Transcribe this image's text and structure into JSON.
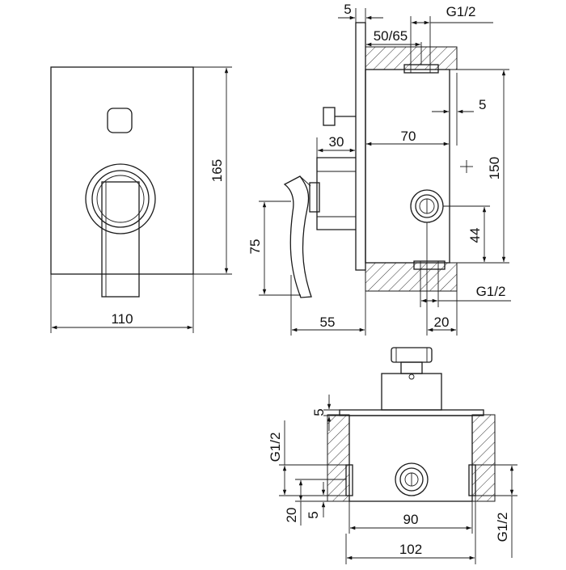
{
  "drawing": {
    "front_view": {
      "width": "110",
      "height": "165",
      "handle_length": "75"
    },
    "side_view": {
      "wall": "5",
      "depth_range": "50/65",
      "thread_top": "G1/2",
      "cover_gap": "5",
      "handle_offset": "30",
      "body_depth": "70",
      "body_height": "150",
      "outlet_height": "44",
      "thread_bottom": "G1/2",
      "outlet_offset": "20",
      "handle_reach": "55"
    },
    "bottom_view": {
      "top_gap": "5",
      "thread_left": "G1/2",
      "offset_20": "20",
      "offset_5": "5",
      "inner_width": "90",
      "outer_width": "102",
      "thread_right": "G1/2"
    }
  }
}
